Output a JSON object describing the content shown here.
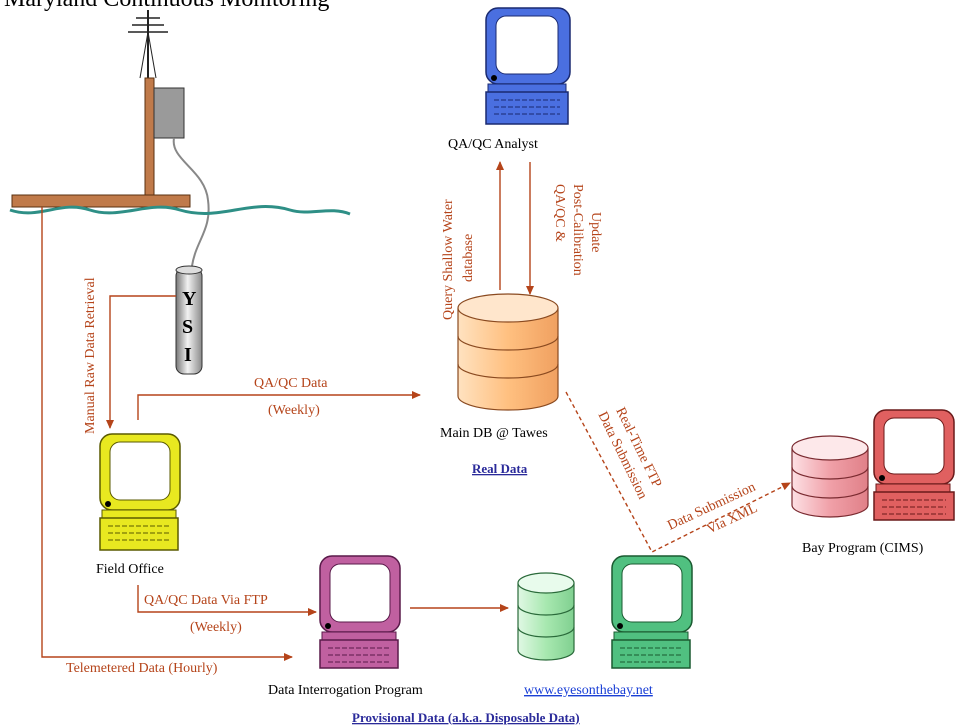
{
  "title": "Maryland Continuous Monitoring",
  "nodes": {
    "qaqc_analyst": "QA/QC Analyst",
    "main_db": "Main DB @ Tawes",
    "field_office": "Field Office",
    "bay_program": "Bay Program (CIMS)",
    "data_interrogation": "Data Interrogation Program",
    "eyesonthebay": "www.eyesonthebay.net"
  },
  "sensor": {
    "letters": [
      "Y",
      "S",
      "I"
    ]
  },
  "flows": {
    "query_line1": "Query Shallow Water",
    "query_line2": "database",
    "qaqc_update_line1": "QA/QC &",
    "qaqc_update_line2": "Post-Calibration",
    "qaqc_update_line3": "Update",
    "manual_retrieval": "Manual Raw Data Retrieval",
    "qaqc_data_line1": "QA/QC Data",
    "qaqc_data_line2": "(Weekly)",
    "realtime_ftp_line1": "Real-Time FTP",
    "realtime_ftp_line2": "Data Submission",
    "xml_line1": "Data Submission",
    "xml_line2": "Via XML",
    "ftp_weekly_line1": "QA/QC Data Via FTP",
    "ftp_weekly_line2": "(Weekly)",
    "telemetered": "Telemetered Data (Hourly)"
  },
  "links": {
    "real_data": "Real Data",
    "provisional": "Provisional Data (a.k.a. Disposable Data)"
  },
  "colors": {
    "arrow": "#b5441a",
    "water": "#2e8f86",
    "wood": "#c07a4a",
    "monitor_blue": "#4a6fe0",
    "monitor_yellow": "#e8e820",
    "monitor_pink": "#c060a0",
    "monitor_green": "#50c080",
    "monitor_red": "#e06060",
    "db_orange": "#ffc080",
    "db_green": "#a8e8b0",
    "db_red": "#f0a0a8"
  }
}
